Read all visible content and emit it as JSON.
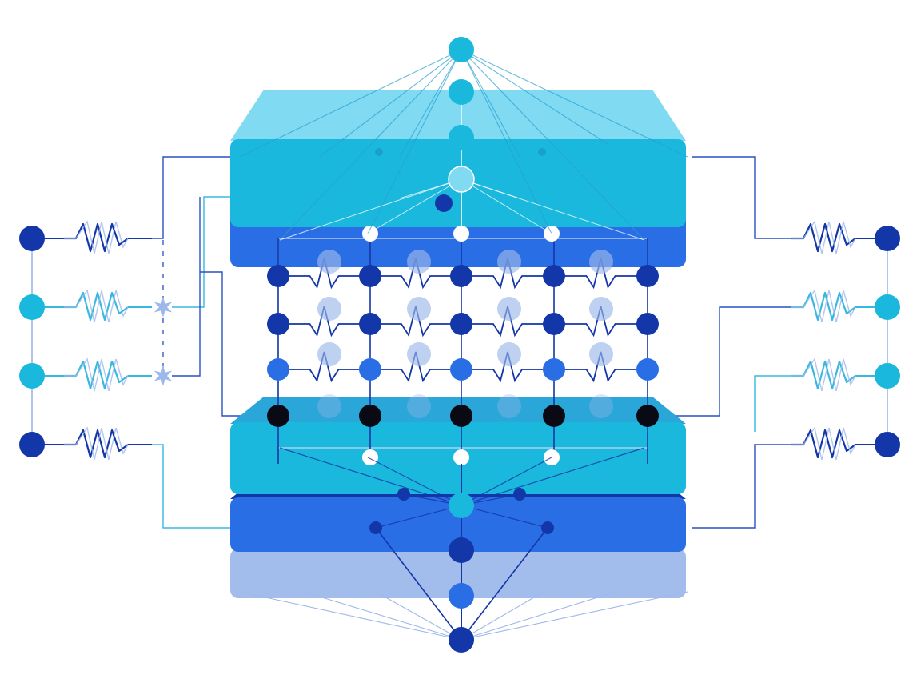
{
  "colors": {
    "background": "#ffffff",
    "cyan": "#1ab8dc",
    "cyan_light": "#7fdaf2",
    "blue": "#2a6ee6",
    "navy": "#1336a8",
    "pale_blue": "#9db8ea",
    "black": "#0a0a14",
    "wire": "#2a4fc4",
    "wire_light": "#38b8e0"
  },
  "icons": {
    "node": "filled-circle-icon",
    "signal": "zigzag-wave-icon",
    "junction": "star-icon",
    "layer": "slab-icon"
  },
  "layers": [
    {
      "id": "input-cyan-slab",
      "color": "cyan",
      "top_color": "cyan_light"
    },
    {
      "id": "upper-navy-slab",
      "color": "blue",
      "top_color": "navy"
    },
    {
      "id": "lower-cyan-slab",
      "color": "cyan",
      "top_color": "cyan"
    },
    {
      "id": "lower-navy-slab",
      "color": "blue",
      "top_color": "navy"
    },
    {
      "id": "base-pale-slab",
      "color": "pale_blue",
      "top_color": "pale_blue"
    }
  ],
  "grid": {
    "columns": 5,
    "rows": [
      "navy",
      "navy",
      "blue",
      "black"
    ],
    "ghost_nodes": "pale_blue"
  },
  "side_nodes": {
    "left": [
      "navy",
      "cyan",
      "cyan",
      "navy"
    ],
    "right": [
      "navy",
      "cyan",
      "cyan",
      "navy"
    ]
  },
  "top_chain": [
    "cyan",
    "cyan",
    "cyan",
    "cyan"
  ],
  "bottom_chain": [
    "cyan",
    "navy",
    "blue",
    "navy"
  ]
}
